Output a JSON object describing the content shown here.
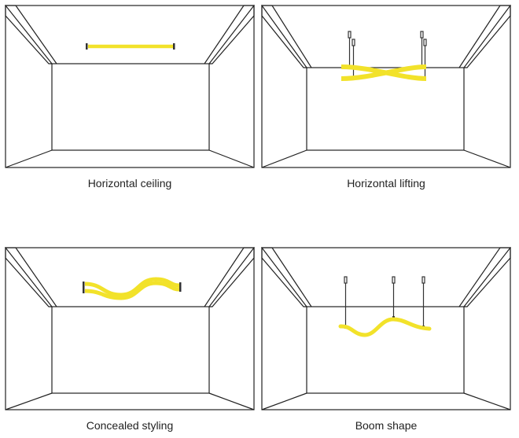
{
  "accent_color": "#f2e22a",
  "line_color": "#222222",
  "panels": [
    {
      "id": "horizontal-ceiling",
      "caption": "Horizontal ceiling"
    },
    {
      "id": "horizontal-lifting",
      "caption": "Horizontal lifting"
    },
    {
      "id": "concealed-styling",
      "caption": "Concealed styling"
    },
    {
      "id": "boom-shape",
      "caption": "Boom shape"
    }
  ]
}
